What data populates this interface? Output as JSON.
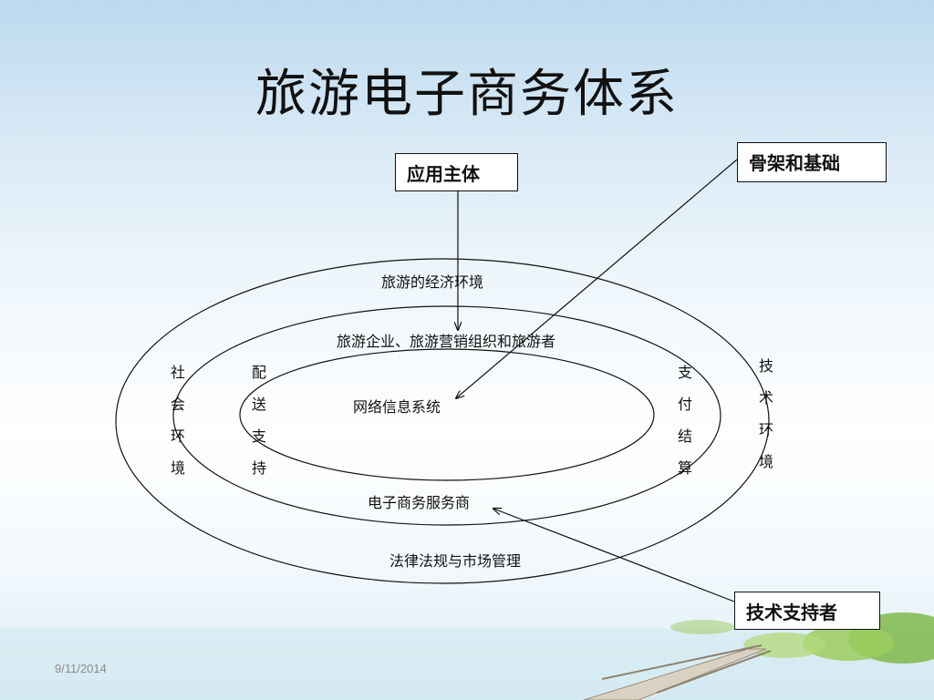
{
  "slide": {
    "title": "旅游电子商务体系",
    "date": "9/11/2014"
  },
  "diagram": {
    "outer_ring_top": "旅游的经济环境",
    "outer_ring_bottom": "法律法规与市场管理",
    "outer_left_vertical": "社会环境",
    "outer_right_vertical": "技术环境",
    "middle_ring_top": "旅游企业、旅游营销组织和旅游者",
    "middle_ring_bottom": "电子商务服务商",
    "middle_left_vertical": "配送支持",
    "middle_right_vertical": "支付结算",
    "inner_core": "网络信息系统"
  },
  "callouts": {
    "application_subject": "应用主体",
    "framework_foundation": "骨架和基础",
    "technical_supporter": "技术支持者"
  },
  "colors": {
    "line": "#111111",
    "background_top": "#bcd9ef"
  }
}
